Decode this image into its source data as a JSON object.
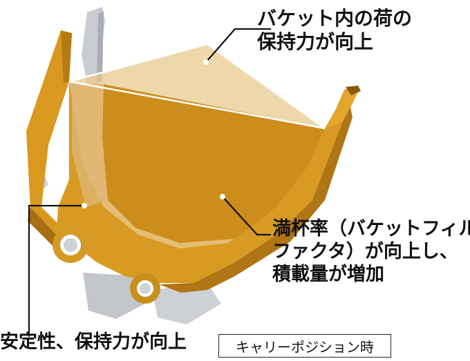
{
  "labels": {
    "retention_inside": [
      "バケット内の荷の",
      "保持力が向上"
    ],
    "fill_factor": [
      "満杯率（バケットフィル",
      "ファクタ）が向上し、",
      "積載量が増加"
    ],
    "stability": "安定性、保持力が向上"
  },
  "mode_tag": "キャリーポジション時",
  "colors": {
    "bucket_body": "#d89a22",
    "bucket_dark": "#9a6410",
    "load_fill": "#c98a1c",
    "load_top": "#e3c48c",
    "gray_part": "#b9bcc2",
    "leader_line": "#111111"
  }
}
